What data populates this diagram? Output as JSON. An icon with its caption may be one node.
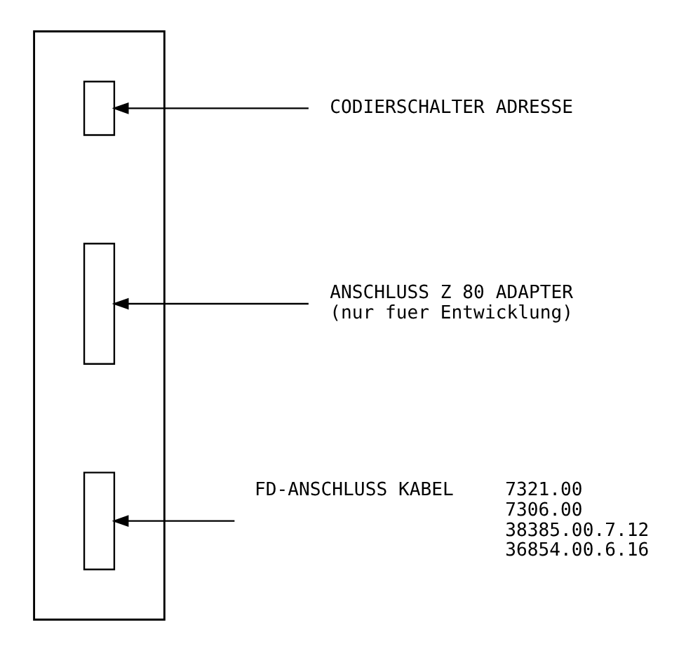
{
  "diagram": {
    "nodes": [
      {
        "text": [],
        "shape": "box"
      },
      {
        "text": [],
        "shape": "box",
        "in": 0
      },
      {
        "text": [],
        "shape": "box",
        "in": 0
      },
      {
        "text": [],
        "shape": "box",
        "in": 0
      },
      {
        "text": [
          "CODIERSCHALTER ADRESSE"
        ]
      },
      {
        "text": [
          "ANSCHLUSS Z 80 ADAPTER",
          "(nur fuer Entwicklung)"
        ]
      },
      {
        "text": [
          "FD-ANSCHLUSS KABEL"
        ],
        "beside": [
          "7321.00",
          "7306.00",
          "38385.00.7.12",
          "36854.00.6.16"
        ]
      }
    ],
    "edges": [
      {
        "from": 4,
        "to": 1,
        "arrow": "to"
      },
      {
        "from": 5,
        "to": 2,
        "arrow": "to"
      },
      {
        "from": 6,
        "to": 3,
        "arrow": "to"
      }
    ]
  }
}
